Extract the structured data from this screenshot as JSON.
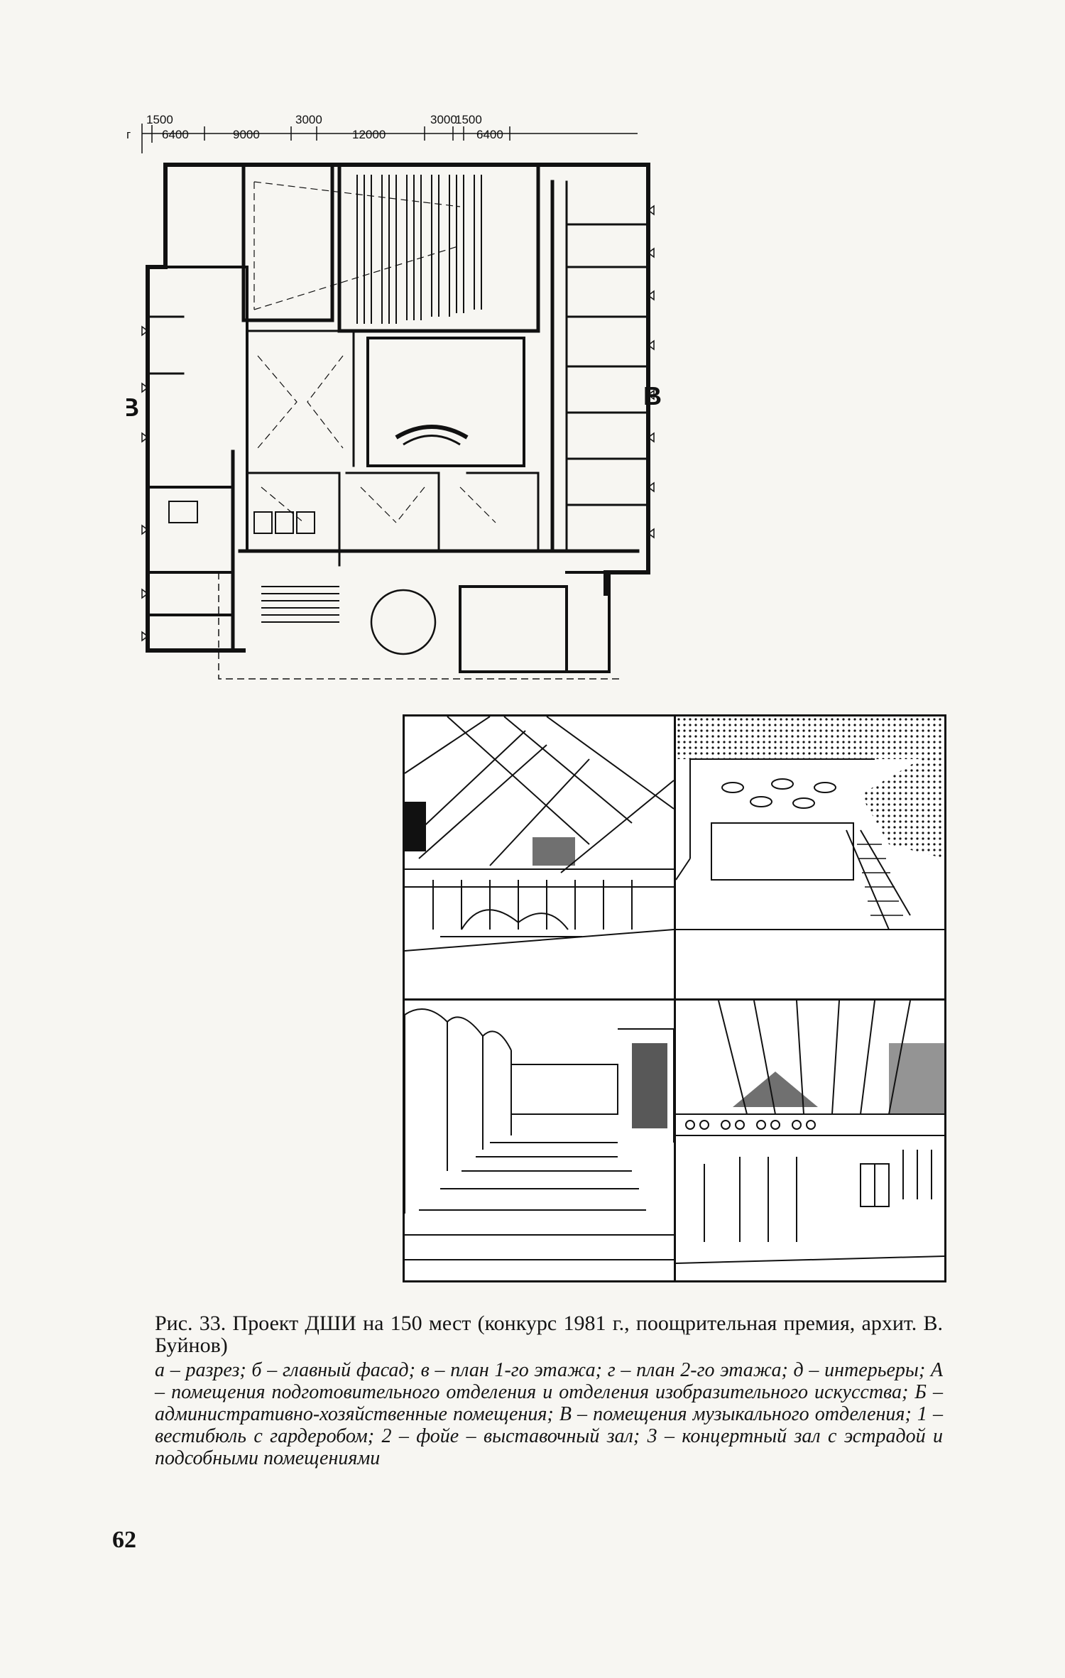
{
  "plan": {
    "axis_letter": "г",
    "dimensions": [
      "1500",
      "6400",
      "9000",
      "3000",
      "12000",
      "3000",
      "1500",
      "6400"
    ],
    "section_mark_left": "В",
    "section_mark_right": "В"
  },
  "caption": {
    "title": "Рис. 33. Проект ДШИ на 150 мест (конкурс 1981 г., поощрительная премия, архит. В. Буйнов)",
    "legend": "а – разрез; б – главный фасад; в – план 1-го этажа; г – план 2-го этажа; д – интерьеры; А – помещения подготовительного отделения и отделения изобразительного искусства; Б – административно-хозяйственные помещения; В – помещения музыкального отделения; 1 – вестибюль с гардеробом; 2 – фойе – выставочный зал; 3 – концертный зал с эстрадой и подсобными помещениями"
  },
  "page_number": "62"
}
